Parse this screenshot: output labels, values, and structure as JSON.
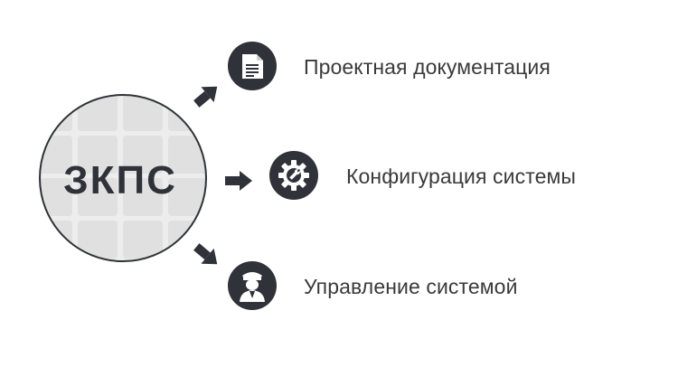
{
  "center": {
    "title": "ЗКПС"
  },
  "items": [
    {
      "label": "Проектная документация",
      "icon": "document-icon"
    },
    {
      "label": "Конфигурация системы",
      "icon": "gear-wrench-icon"
    },
    {
      "label": "Управление системой",
      "icon": "operator-icon"
    }
  ],
  "colors": {
    "dark": "#2f3238",
    "circle_fill": "#ededed",
    "tile": "#e0e0e0",
    "text": "#3a3a3a",
    "background": "#ffffff"
  }
}
